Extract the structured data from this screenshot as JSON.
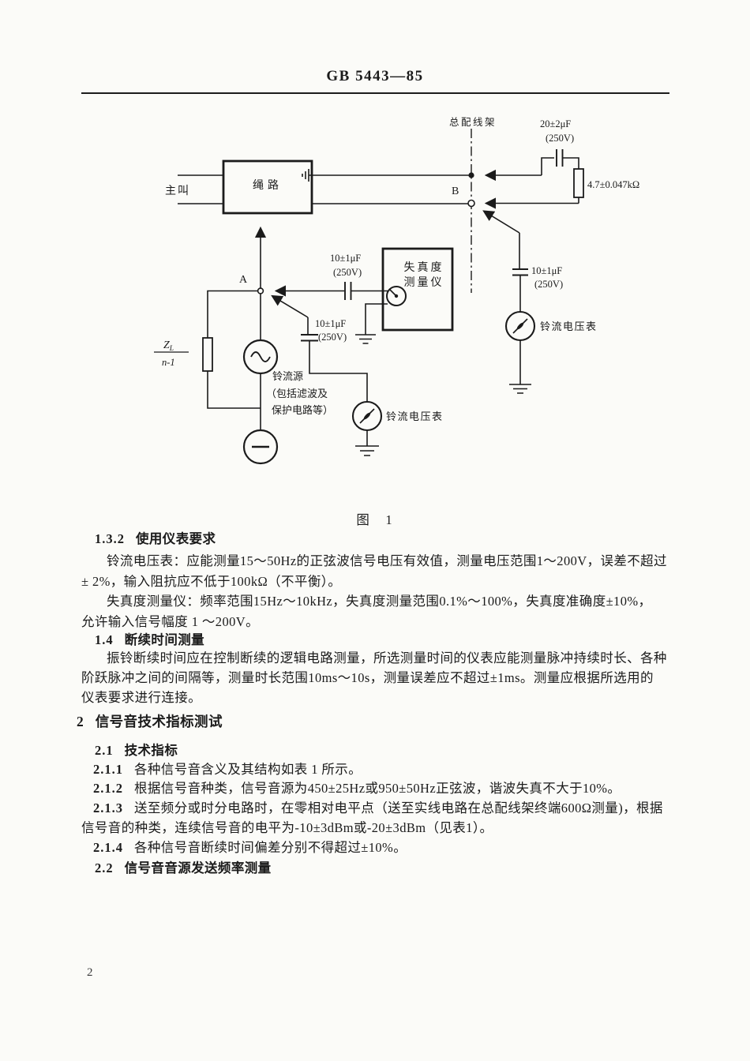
{
  "header": {
    "code": "GB 5443—85"
  },
  "figure": {
    "caption": "图　1"
  },
  "diagram": {
    "calling_party": "主叫",
    "cord_circuit": "绳路",
    "mdf_label": "总配线架",
    "point_a": "A",
    "point_b": "B",
    "cap_top": {
      "value": "20±2μF",
      "voltage": "(250V)"
    },
    "resistor": "4.7±0.047kΩ",
    "cap_line": {
      "value": "10±1μF",
      "voltage": "(250V)"
    },
    "cap_source": {
      "value": "10±1μF",
      "voltage": "(250V)"
    },
    "cap_right": {
      "value": "10±1μF",
      "voltage": "(250V)"
    },
    "distortion_meter": {
      "line1": "失真度",
      "line2": "测量仪"
    },
    "ringing_source": {
      "line1": "铃流源",
      "line2": "（包括滤波及",
      "line3": "保护电路等）"
    },
    "voltmeter_center": "铃流电压表",
    "voltmeter_right": "铃流电压表",
    "impedance": {
      "z": "Z",
      "sub": "L",
      "denom": "n-1"
    }
  },
  "body": {
    "lines": [
      {
        "num": "1.3.2",
        "text": "使用仪表要求"
      },
      {
        "num": "",
        "text": "铃流电压表：应能测量15～50Hz的正弦波信号电压有效值，测量电压范围1～200V，误差不超过"
      },
      {
        "num": "",
        "text": "± 2%，输入阻抗应不低于100kΩ（不平衡）。"
      },
      {
        "num": "",
        "text": "失真度测量仪：频率范围15Hz～10kHz，失真度测量范围0.1%～100%，失真度准确度±10%，"
      },
      {
        "num": "",
        "text": "允许输入信号幅度 1 ～200V。"
      },
      {
        "num": "1.4",
        "text": "断续时间测量"
      },
      {
        "num": "",
        "text": "振铃断续时间应在控制断续的逻辑电路测量，所选测量时间的仪表应能测量脉冲持续时长、各种"
      },
      {
        "num": "",
        "text": "阶跃脉冲之间的间隔等，测量时长范围10ms～10s，测量误差应不超过±1ms。测量应根据所选用的"
      },
      {
        "num": "",
        "text": "仪表要求进行连接。"
      },
      {
        "num": "2",
        "text": "信号音技术指标测试"
      },
      {
        "num": "2.1",
        "text": "技术指标"
      },
      {
        "num": "2.1.1",
        "text": "各种信号音含义及其结构如表 1 所示。"
      },
      {
        "num": "2.1.2",
        "text": "根据信号音种类，信号音源为450±25Hz或950±50Hz正弦波，谐波失真不大于10%。"
      },
      {
        "num": "2.1.3",
        "text": "送至频分或时分电路时，在零相对电平点（送至实线电路在总配线架终端600Ω测量)，根据"
      },
      {
        "num": "",
        "text": "信号音的种类，连续信号音的电平为-10±3dBm或-20±3dBm（见表1）。"
      },
      {
        "num": "2.1.4",
        "text": "各种信号音断续时间偏差分别不得超过±10%。"
      },
      {
        "num": "2.2",
        "text": "信号音音源发送频率测量"
      }
    ]
  },
  "footer": {
    "page_number": "2"
  }
}
